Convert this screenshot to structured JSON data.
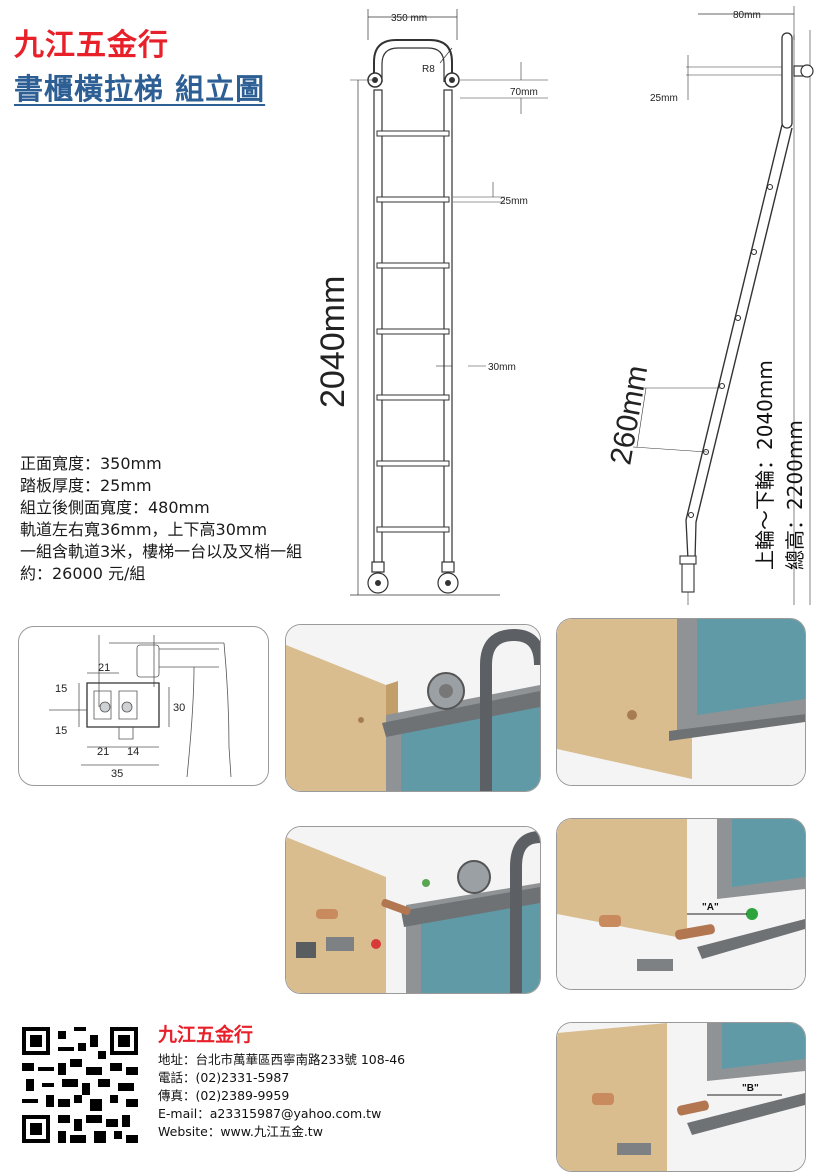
{
  "header": {
    "brand": "九江五金行",
    "title": "書櫃橫拉梯 組立圖"
  },
  "specs": [
    "正面寬度：350mm",
    "踏板厚度：25mm",
    "組立後側面寬度：480mm",
    "軌道左右寬36mm，上下高30mm",
    "一組含軌道3米，樓梯一台以及叉梢一組",
    "約：26000 元/組"
  ],
  "front_view": {
    "width_label": "350 mm",
    "radius_label": "R8",
    "top_offset_label": "70mm",
    "tread_label": "25mm",
    "gap_label": "30mm",
    "height_label": "2040mm"
  },
  "side_view": {
    "top_width_label": "80mm",
    "hook_label": "25mm",
    "spacing_label": "260mm",
    "wheel_span_label": "上輪～下輪：2040mm",
    "total_height_label": "總高：2200mm"
  },
  "profile": {
    "labels": [
      "21",
      "15",
      "30",
      "15",
      "21",
      "14",
      "35"
    ]
  },
  "step_labels": {
    "a": "\"A\"",
    "b": "\"B\""
  },
  "contact": {
    "name": "九江五金行",
    "address": "地址：台北市萬華區西寧南路233號  108-46",
    "phone": "電話：(02)2331-5987",
    "fax": "傳真：(02)2389-9959",
    "email": "E-mail：a23315987@yahoo.com.tw",
    "website": "Website：www.九江五金.tw"
  },
  "colors": {
    "brand_red": "#e8202a",
    "title_blue": "#2d5f95",
    "wood": "#d8b98a",
    "rail_gray": "#8a8d90",
    "glass": "#5f9aa6"
  }
}
